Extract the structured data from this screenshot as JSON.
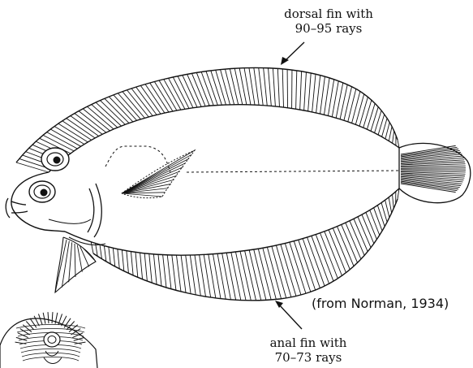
{
  "labels": {
    "dorsal_line1": "dorsal fin with",
    "dorsal_line2": "90–95 rays",
    "anal_line1": "anal fin with",
    "anal_line2": "70–73 rays",
    "credit": "(from Norman, 1934)"
  },
  "figure": {
    "subject": "flatfish",
    "ink_color": "#111111",
    "background": "#ffffff",
    "dorsal_rays": "90–95",
    "anal_rays": "70–73"
  }
}
